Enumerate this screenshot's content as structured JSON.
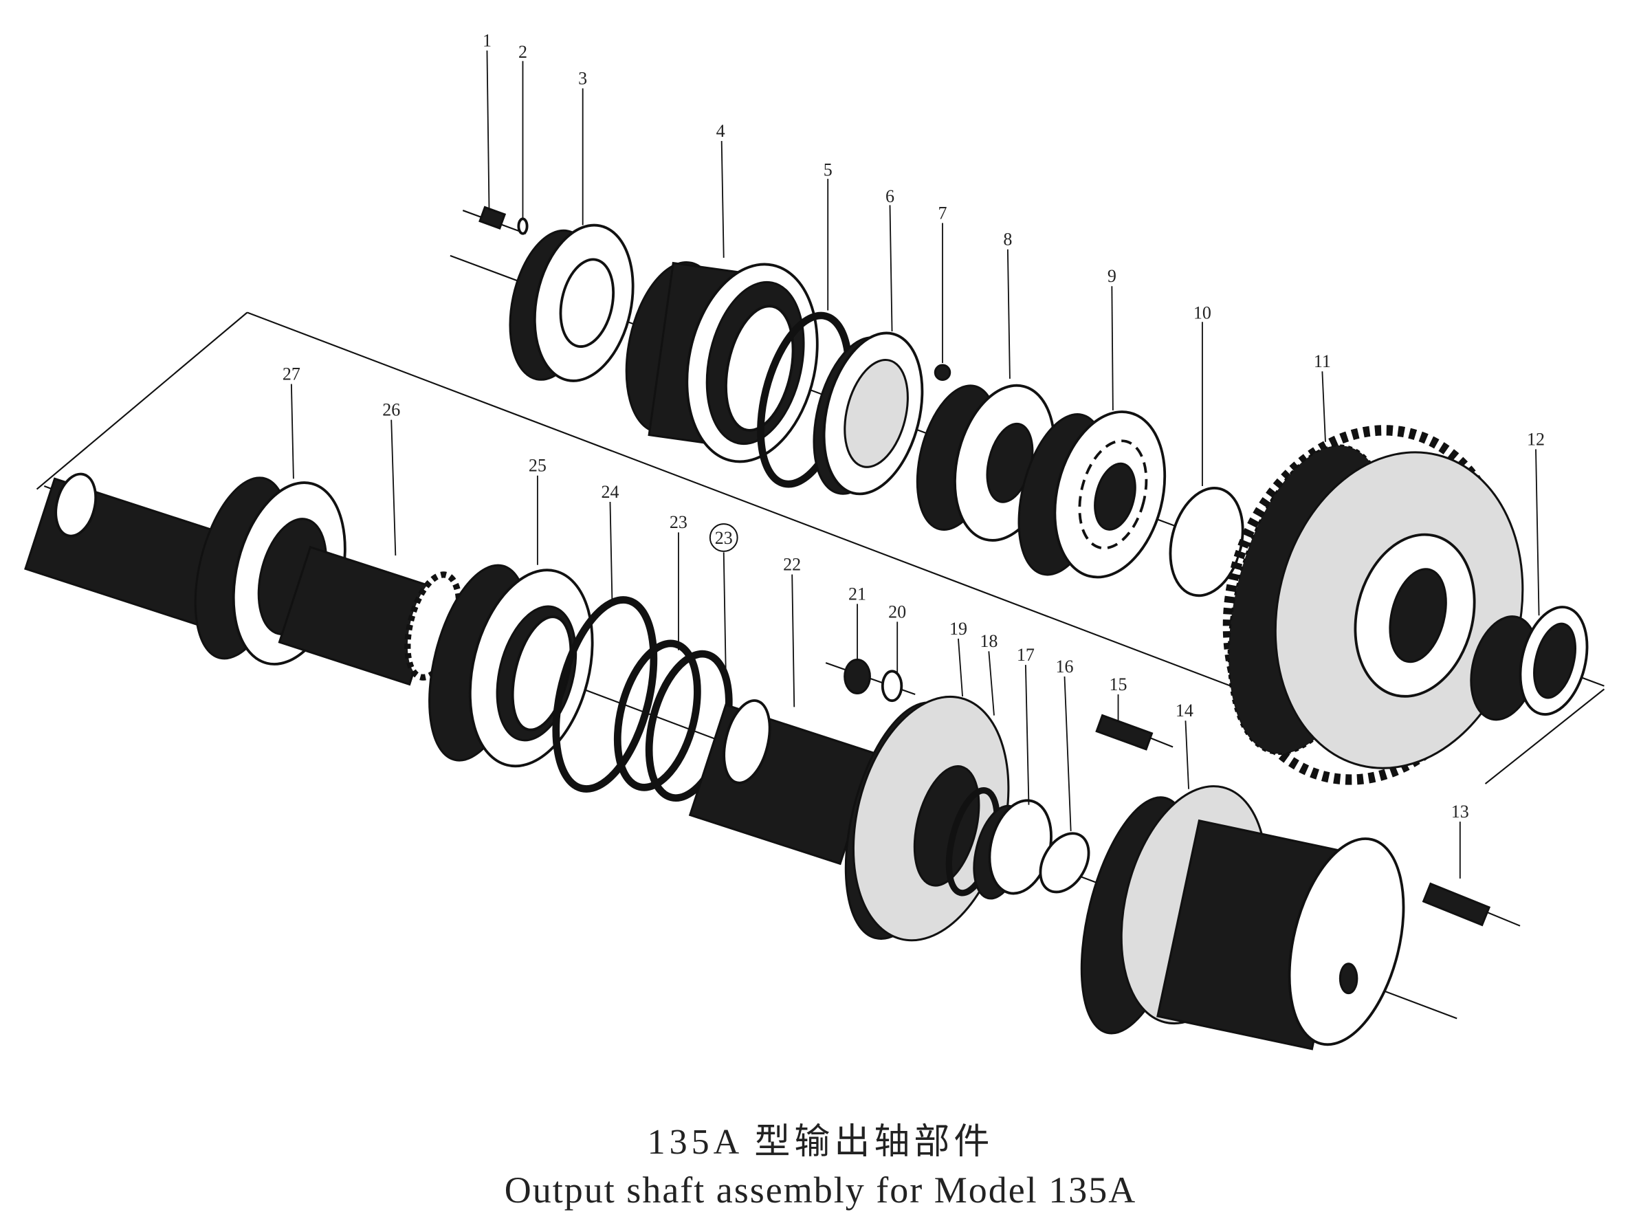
{
  "title": {
    "chinese": "135A 型输出轴部件",
    "english": "Output shaft  assembly for Model 135A"
  },
  "part_labels": [
    "1",
    "2",
    "3",
    "4",
    "5",
    "6",
    "7",
    "8",
    "9",
    "10",
    "11",
    "12",
    "13",
    "14",
    "15",
    "16",
    "17",
    "18",
    "19",
    "20",
    "21",
    "22",
    "23",
    "23",
    "24",
    "25",
    "26",
    "27"
  ]
}
